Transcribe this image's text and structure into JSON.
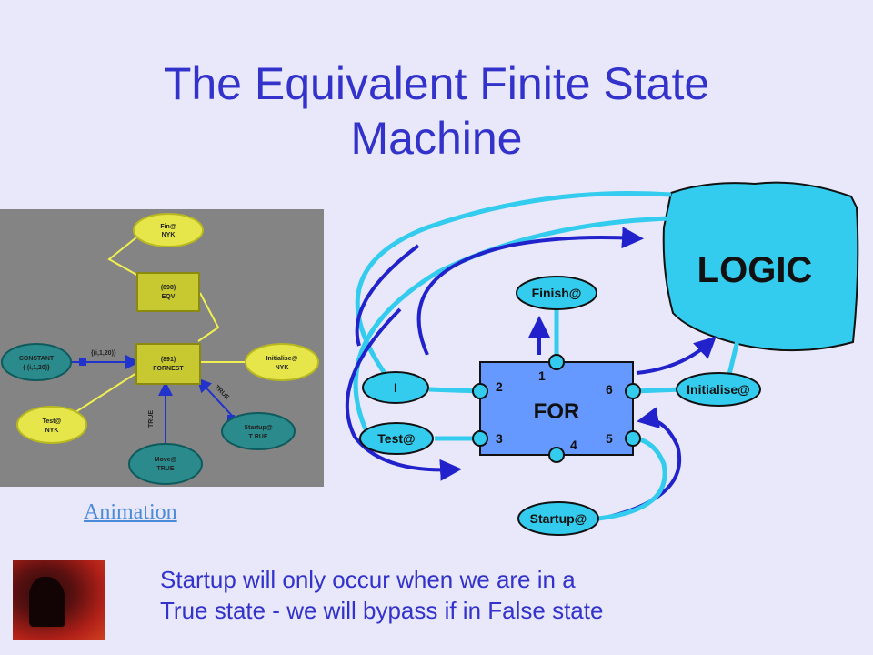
{
  "slide": {
    "title_line1": "The Equivalent Finite State",
    "title_line2": "Machine",
    "animation_link": "Animation",
    "caption_line1": "Startup will only occur when we are in a",
    "caption_line2": "True state - we will bypass if in False state"
  },
  "left_diagram": {
    "fin": {
      "line1": "Fin@",
      "line2": "NYK"
    },
    "eqv": {
      "line1": "(898)",
      "line2": "EQV"
    },
    "fornest": {
      "line1": "(891)",
      "line2": "FORNEST"
    },
    "constant": {
      "line1": "CONSTANT",
      "line2": "{ (i,1,20)}"
    },
    "constant_edge": "{(i,1,20)}",
    "initialise": {
      "line1": "Initialise@",
      "line2": "NYK"
    },
    "test": {
      "line1": "Test@",
      "line2": "NYK"
    },
    "move": {
      "line1": "Move@",
      "line2": "TRUE"
    },
    "startup": {
      "line1": "Startup@",
      "line2": "T RUE"
    },
    "edge_true_1": "TRUE",
    "edge_true_2": "TRUE",
    "colors": {
      "ellipse_yellow": "#e6e64a",
      "ellipse_teal": "#2a8a8c",
      "box": "#c8c830",
      "edge_blue": "#2233cc",
      "edge_yellow": "#f0f050"
    }
  },
  "right_diagram": {
    "logic": "LOGIC",
    "finish": "Finish@",
    "i": "I",
    "test": "Test@",
    "initialise": "Initialise@",
    "startup": "Startup@",
    "for": "FOR",
    "ports": [
      "1",
      "2",
      "3",
      "4",
      "5",
      "6"
    ],
    "colors": {
      "cyan": "#33ccee",
      "blue": "#2222cc",
      "for_box": "#6699ff",
      "logic": "#33ccee"
    }
  }
}
